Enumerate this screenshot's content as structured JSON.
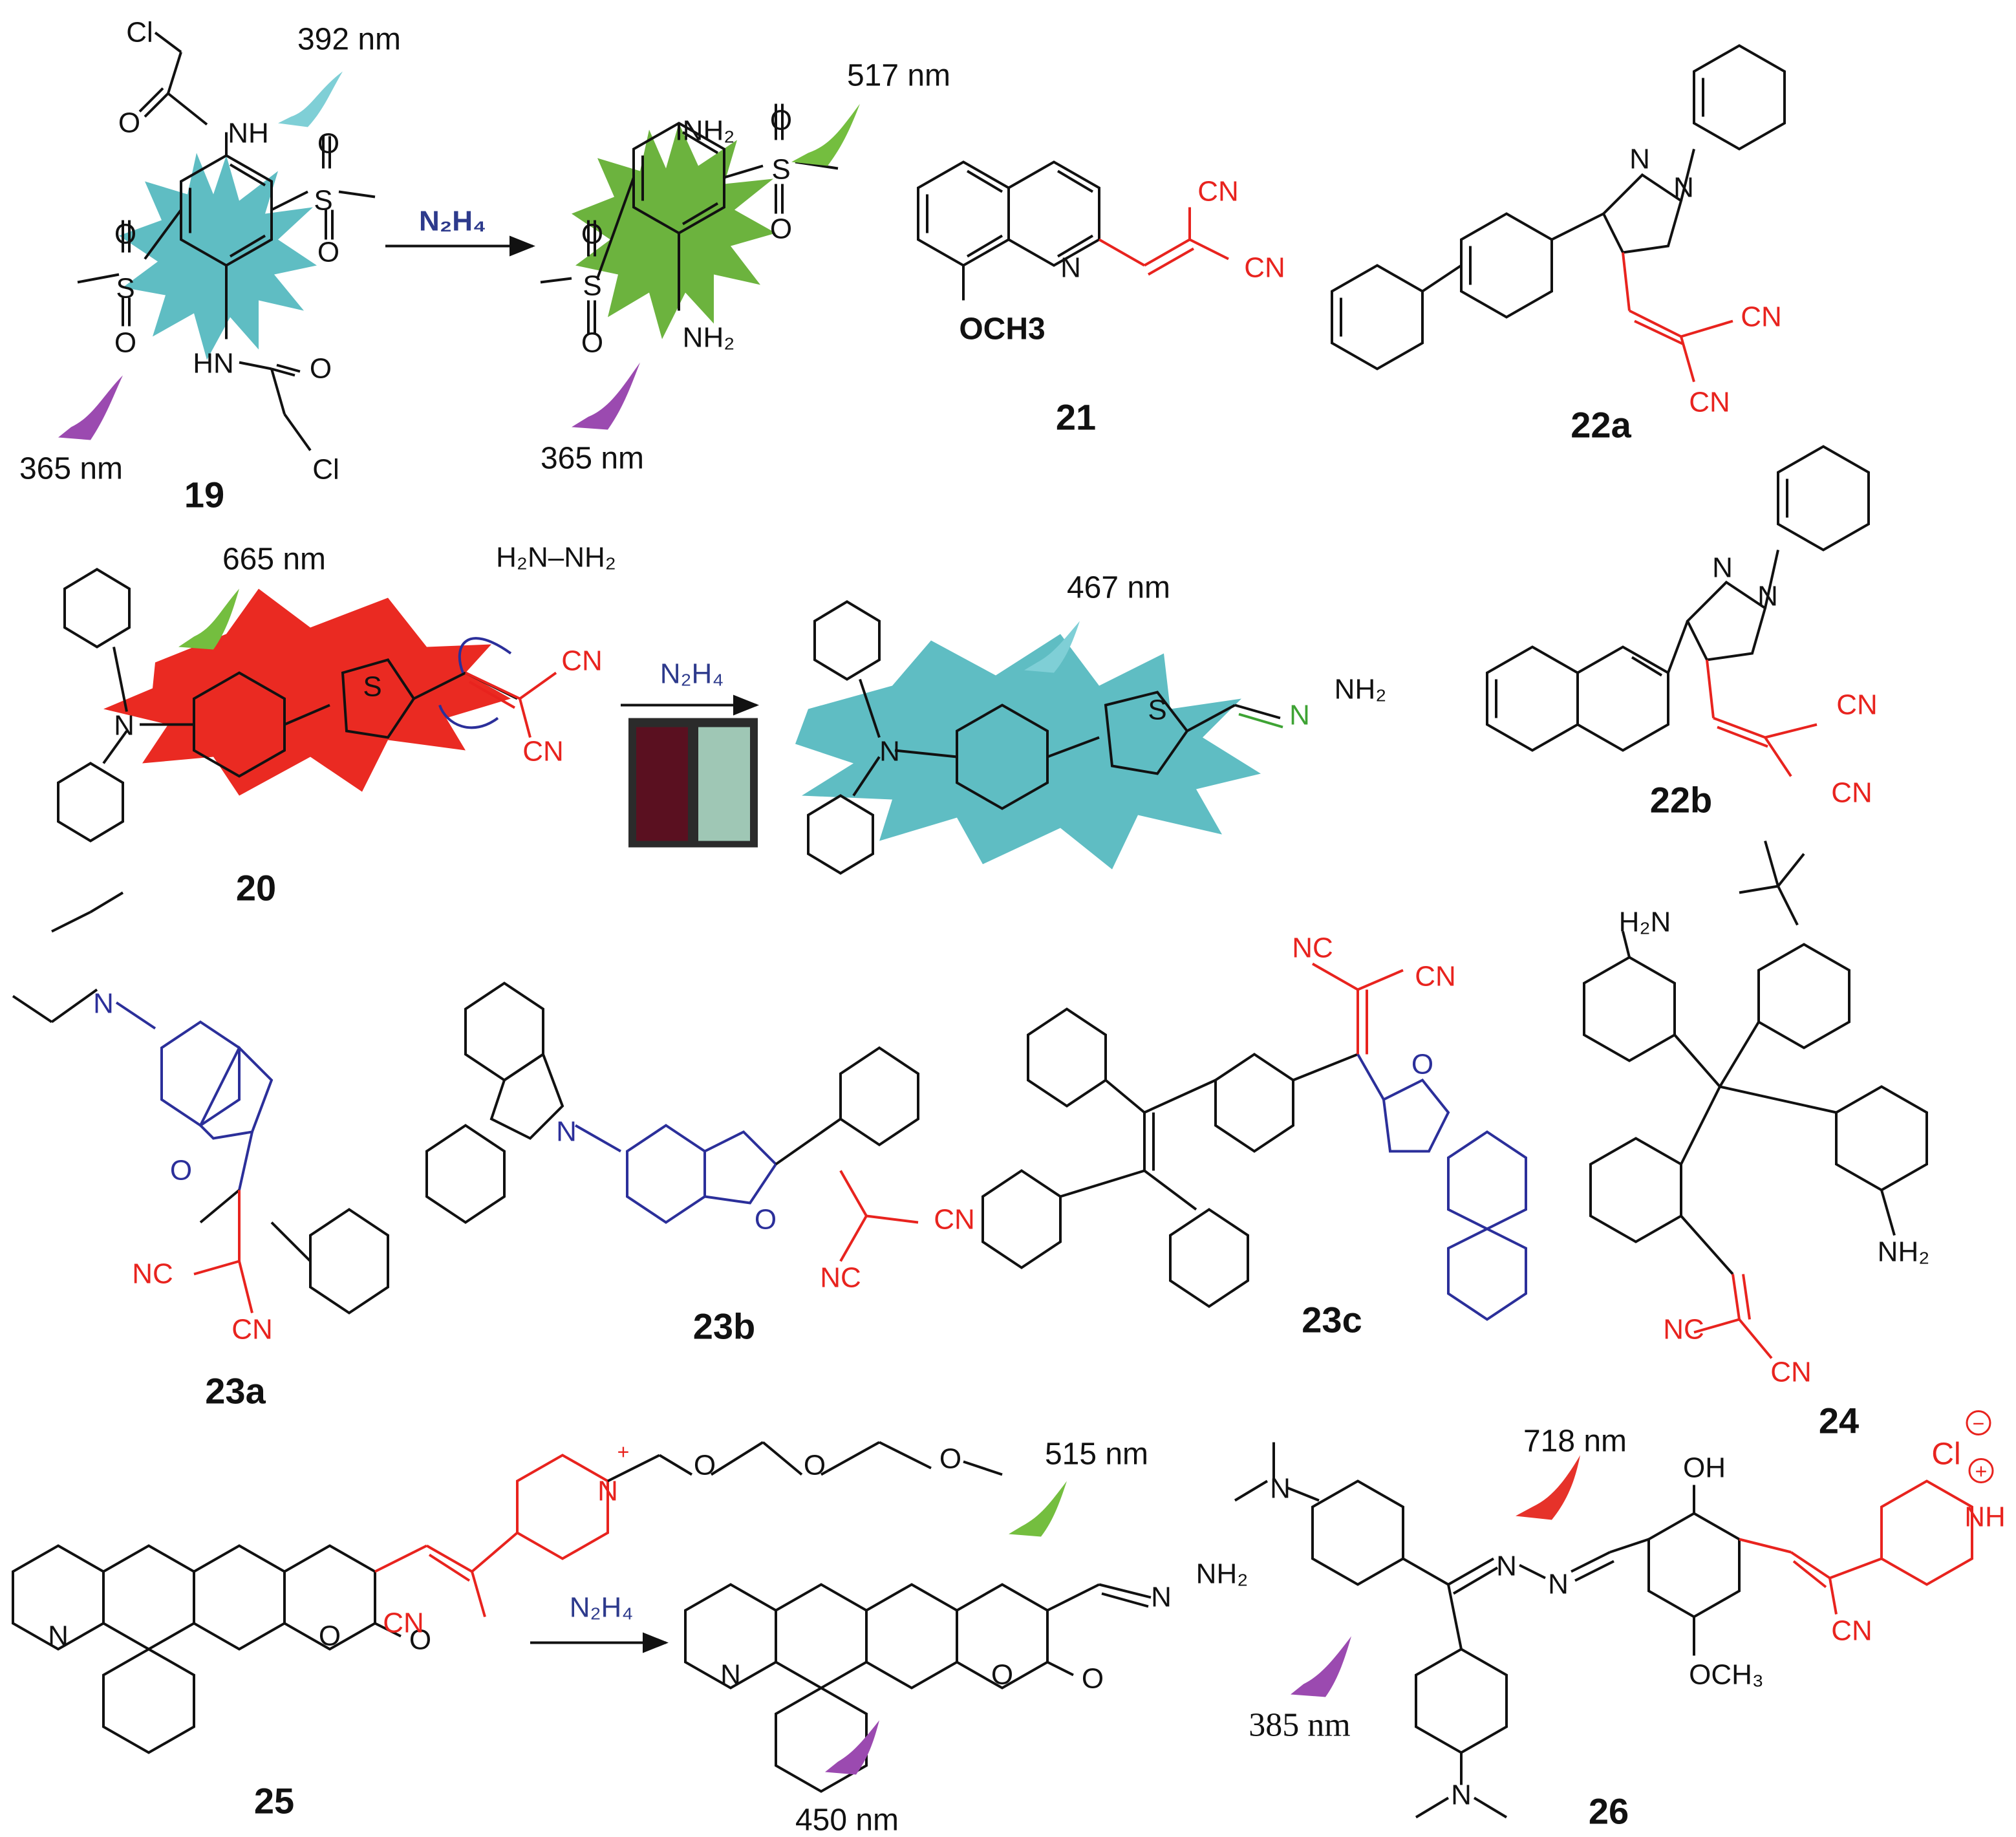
{
  "colors": {
    "bond": "#111111",
    "acceptor_red": "#e8231e",
    "donor_blue": "#2b2f9a",
    "burst_teal": "#5fbdc3",
    "burst_green": "#6cb33e",
    "burst_red": "#ea2a22",
    "arrow_violet": "#9b4ab0",
    "arrow_cyan": "#7fcfd6",
    "arrow_green": "#74be3f",
    "arrow_red": "#e6322a",
    "reagent_blue": "#2d3a8c",
    "amine_green": "#3ea334"
  },
  "icons": [
    "emission-wavy-arrow-icon",
    "excitation-wavy-arrow-icon",
    "fluorescence-burst-icon",
    "vial-photo-icon"
  ],
  "compounds": {
    "c19": "19",
    "c20": "20",
    "c21": "21",
    "c22a": "22a",
    "c22b": "22b",
    "c23a": "23a",
    "c23b": "23b",
    "c23c": "23c",
    "c24": "24",
    "c25": "25",
    "c26": "26"
  },
  "wavelengths": {
    "w392": "392 nm",
    "w365a": "365 nm",
    "w517": "517 nm",
    "w365b": "365 nm",
    "w665": "665 nm",
    "w467": "467 nm",
    "w515": "515 nm",
    "w450": "450 nm",
    "w718": "718 nm",
    "w385": "385 nm"
  },
  "reagents": {
    "r1": "N₂H₄",
    "r2": "N₂H₄",
    "r3": "N₂H₄",
    "hydrazine": "H₂N–NH₂"
  },
  "atoms": {
    "cl": "Cl",
    "o": "O",
    "nh": "NH",
    "hn": "HN",
    "s": "S",
    "n": "N",
    "nh2": "NH₂",
    "h2n": "H₂N",
    "cn": "CN",
    "nc": "NC",
    "och3_21": "OCH3",
    "och3": "OCH₃",
    "oh": "OH",
    "nh_plus": "NH",
    "n_plus": "N",
    "plus": "+",
    "minus": "−",
    "cl_minus": "Cl"
  }
}
